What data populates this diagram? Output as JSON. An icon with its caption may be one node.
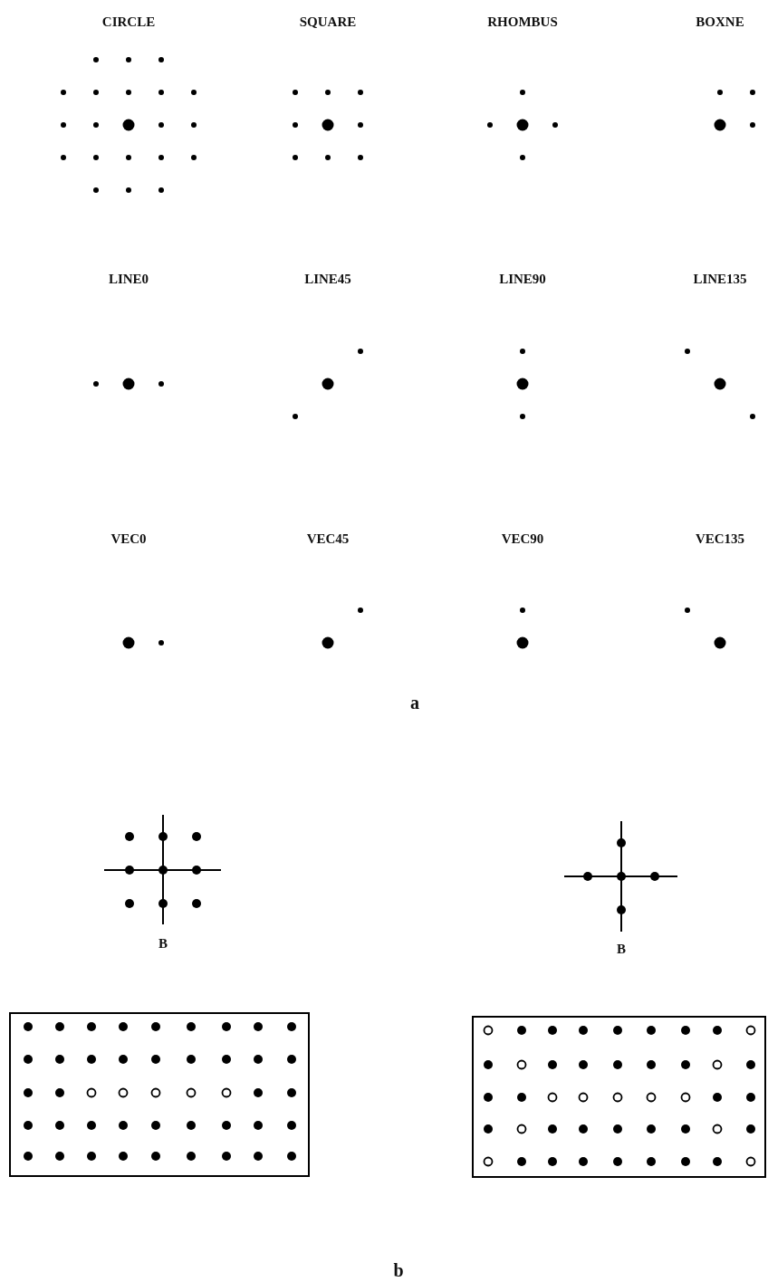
{
  "diagram": {
    "labels": [
      "CIRCLE",
      "SQUARE",
      "RHOMBUS",
      "BOXNE",
      "LINE0",
      "LINE45",
      "LINE90",
      "LINE135",
      "VEC0",
      "VEC45",
      "VEC90",
      "VEC135",
      "a",
      "B",
      "B",
      "b"
    ]
  }
}
